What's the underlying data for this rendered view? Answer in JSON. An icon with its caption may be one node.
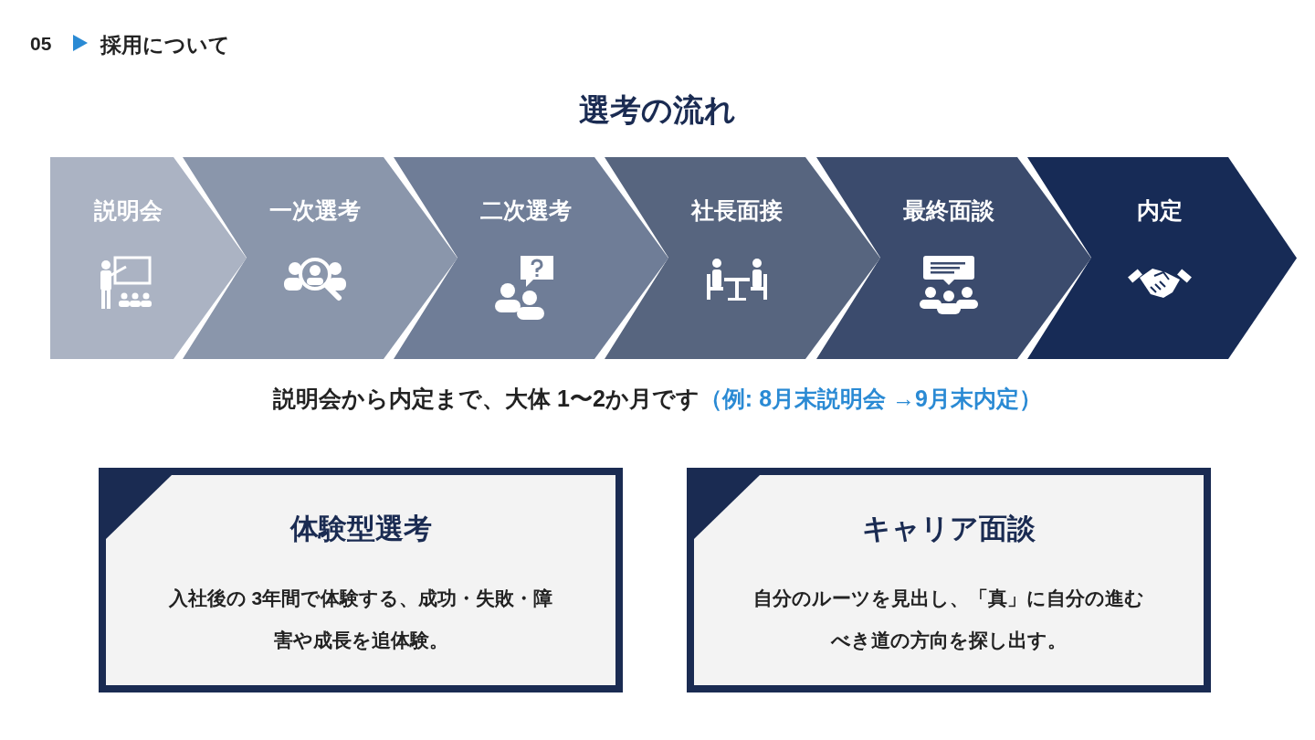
{
  "diagram": {
    "title": "選考の流れ",
    "nodes": [
      {
        "text": [
          "説明会"
        ]
      },
      {
        "text": [
          "一次選考"
        ]
      },
      {
        "text": [
          "二次選考"
        ]
      },
      {
        "text": [
          "社長面接"
        ]
      },
      {
        "text": [
          "最終面談"
        ]
      },
      {
        "text": [
          "内定"
        ]
      },
      {
        "text": [
          "体験型選考",
          "入社後の 3年間で体験する、成功・失敗・障害や成長を追体験。"
        ]
      },
      {
        "text": [
          "キャリア面談",
          "自分のルーツを見出し、「真」に自分の進むべき道の方向を探し出す。"
        ]
      }
    ],
    "edges": [
      {
        "from": 0,
        "to": 1,
        "arrow": "to"
      },
      {
        "from": 1,
        "to": 2,
        "arrow": "to"
      },
      {
        "from": 2,
        "to": 3,
        "arrow": "to"
      },
      {
        "from": 3,
        "to": 4,
        "arrow": "to"
      },
      {
        "from": 4,
        "to": 5,
        "arrow": "to"
      },
      {
        "from": 5,
        "to": null,
        "arrow": "to"
      }
    ],
    "labels": [
      "05",
      "採用について",
      "説明会から内定まで、大体 1〜2か月です",
      "（例: 8月末説明会 →9月末内定）"
    ]
  }
}
